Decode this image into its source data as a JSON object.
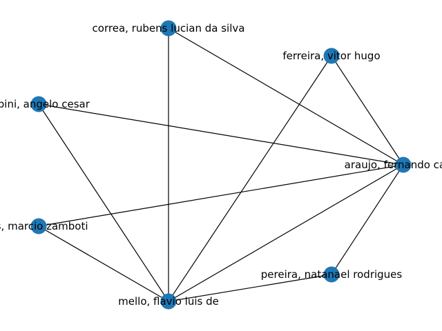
{
  "graph": {
    "node_color": "#1f77b4",
    "edge_color": "#000000",
    "nodes": [
      {
        "id": "correa",
        "label": "correa, rubens lucian da silva"
      },
      {
        "id": "ferreira",
        "label": "ferreira, vitor hugo"
      },
      {
        "id": "zambini",
        "label": "mbini, angelo cesar"
      },
      {
        "id": "araujo",
        "label": "araujo, fernando carva"
      },
      {
        "id": "marcio",
        "label": "es, marcio zamboti"
      },
      {
        "id": "pereira",
        "label": "pereira, natanael rodrigues"
      },
      {
        "id": "mello",
        "label": "mello, flavio luis de"
      }
    ],
    "edges": [
      [
        "correa",
        "mello"
      ],
      [
        "correa",
        "araujo"
      ],
      [
        "ferreira",
        "araujo"
      ],
      [
        "ferreira",
        "mello"
      ],
      [
        "zambini",
        "araujo"
      ],
      [
        "zambini",
        "mello"
      ],
      [
        "marcio",
        "araujo"
      ],
      [
        "marcio",
        "mello"
      ],
      [
        "araujo",
        "pereira"
      ],
      [
        "araujo",
        "mello"
      ],
      [
        "pereira",
        "mello"
      ]
    ]
  }
}
